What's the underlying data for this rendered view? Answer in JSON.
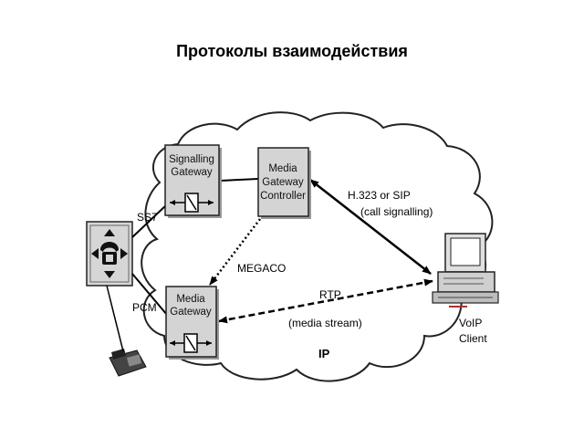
{
  "title": "Протоколы взаимодействия",
  "nodes": {
    "signalling_gateway": [
      "Signalling",
      "Gateway"
    ],
    "media_gateway_controller": [
      "Media",
      "Gateway",
      "Controller"
    ],
    "media_gateway": [
      "Media",
      "Gateway"
    ],
    "voip_client": [
      "VoIP",
      "Client"
    ]
  },
  "labels": {
    "ss7": "SS7",
    "pcm": "PCM",
    "h323": "H.323 or SIP",
    "call_signalling": "(call signalling)",
    "megaco": "MEGACO",
    "rtp": "RTP",
    "media_stream": "(media stream)",
    "ip": "IP"
  }
}
